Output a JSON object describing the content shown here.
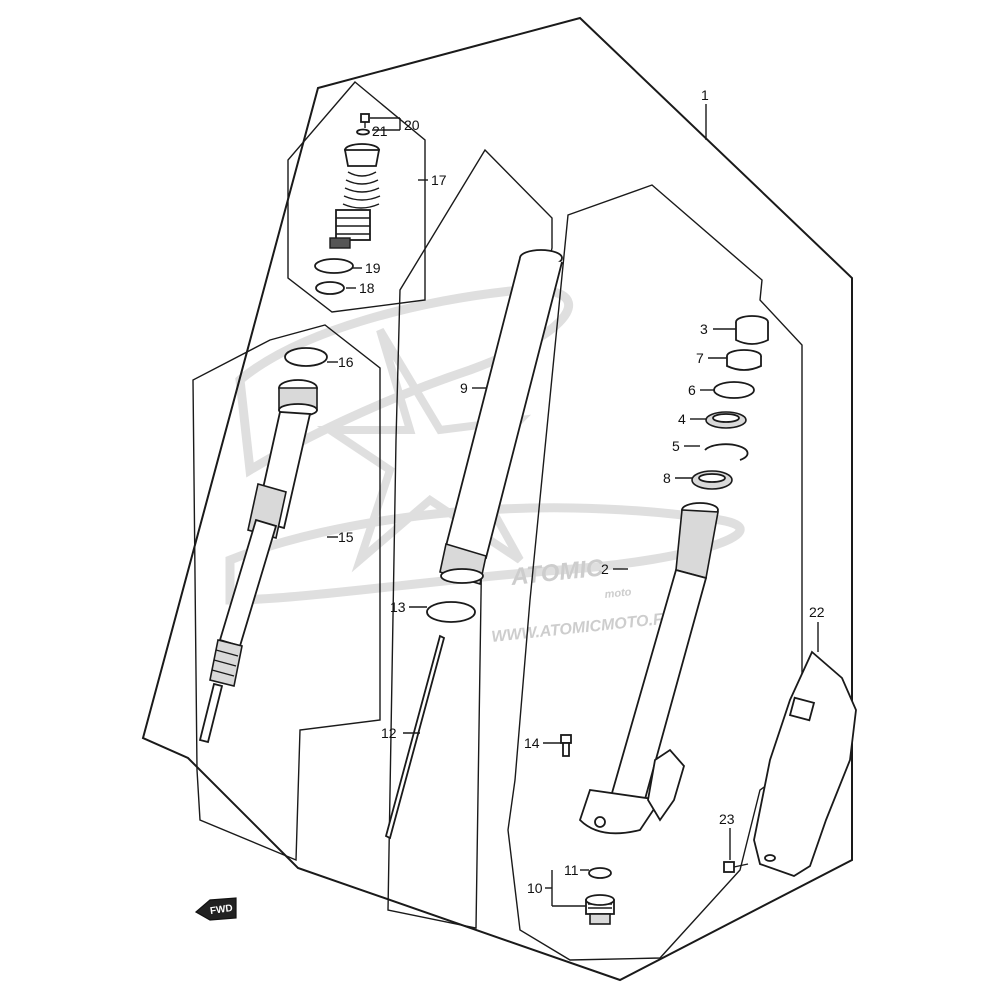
{
  "watermark": {
    "site": "WWW.ATOMICMOTO.FR",
    "logo_text": "ATOMIC",
    "logo_sub": "moto"
  },
  "direction_badge": "FWD",
  "callouts": {
    "c1": "1",
    "c2": "2",
    "c3": "3",
    "c4": "4",
    "c5": "5",
    "c6": "6",
    "c7": "7",
    "c8": "8",
    "c9": "9",
    "c10": "10",
    "c11": "11",
    "c12": "12",
    "c13": "13",
    "c14": "14",
    "c15": "15",
    "c16": "16",
    "c17": "17",
    "c18": "18",
    "c19": "19",
    "c20": "20",
    "c21": "21",
    "c22": "22",
    "c23": "23"
  }
}
